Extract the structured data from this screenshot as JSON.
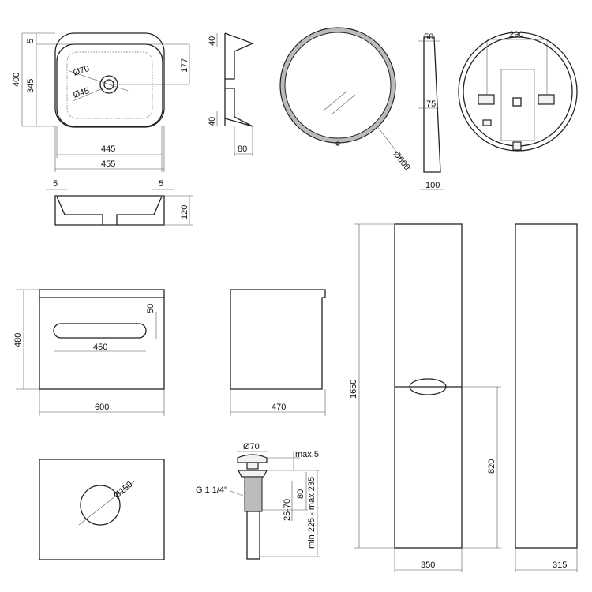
{
  "basin_top": {
    "w_outer": "455",
    "w_inner": "445",
    "h_outer": "400",
    "h_inner": "345",
    "rim": "5",
    "drain_offset": "177",
    "drain_outer": "Ø70",
    "drain_inner": "Ø45"
  },
  "basin_side": {
    "top": "40",
    "bottom": "40",
    "depth": "80"
  },
  "basin_front": {
    "left": "5",
    "right": "5",
    "height": "120"
  },
  "mirror": {
    "diameter": "Ø600",
    "thickness_top": "50",
    "thickness_mid": "75",
    "thickness_bottom": "100",
    "bracket_spacing": "290"
  },
  "cabinet_front": {
    "height": "480",
    "handle_height": "50",
    "handle_width": "450",
    "width": "600"
  },
  "cabinet_side": {
    "depth": "470"
  },
  "cabinet_top": {
    "hole": "Ø150"
  },
  "drain": {
    "cap": "Ø70",
    "lift": "max.5",
    "thread": "G 1 1/4\"",
    "body": "80",
    "range": "25-70",
    "total": "min 225 - max 235"
  },
  "tall_cabinet": {
    "height": "1650",
    "handle_height": "820",
    "width": "350",
    "depth": "315"
  }
}
